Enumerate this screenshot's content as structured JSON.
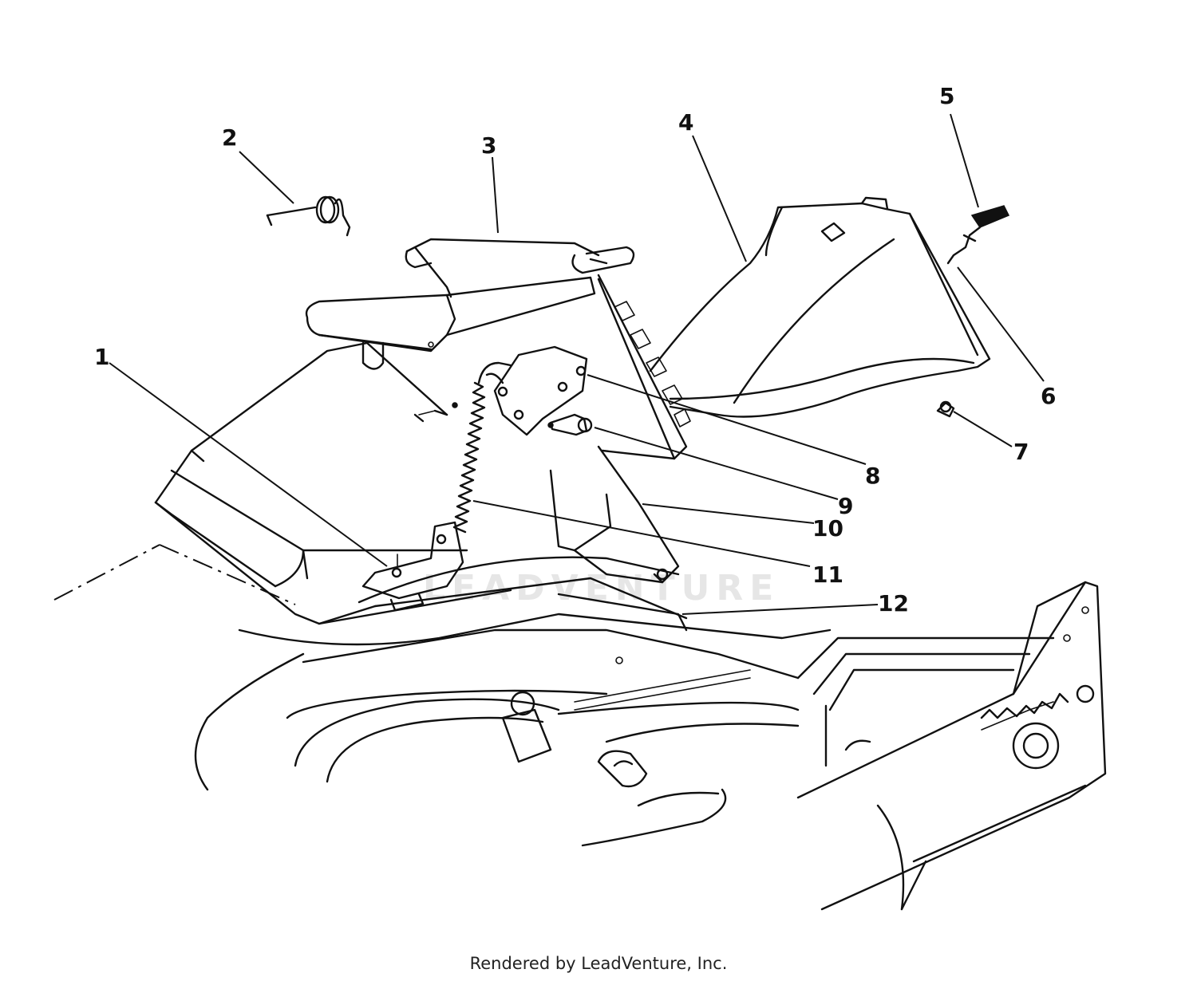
{
  "diagram": {
    "watermark": "LEADVENTURE",
    "credit": "Rendered by LeadVenture, Inc.",
    "callouts": [
      {
        "id": "1",
        "label": "1"
      },
      {
        "id": "2",
        "label": "2"
      },
      {
        "id": "3",
        "label": "3"
      },
      {
        "id": "4",
        "label": "4"
      },
      {
        "id": "5",
        "label": "5"
      },
      {
        "id": "6",
        "label": "6"
      },
      {
        "id": "7",
        "label": "7"
      },
      {
        "id": "8",
        "label": "8"
      },
      {
        "id": "9",
        "label": "9"
      },
      {
        "id": "10",
        "label": "10"
      },
      {
        "id": "11",
        "label": "11"
      },
      {
        "id": "12",
        "label": "12"
      }
    ]
  }
}
